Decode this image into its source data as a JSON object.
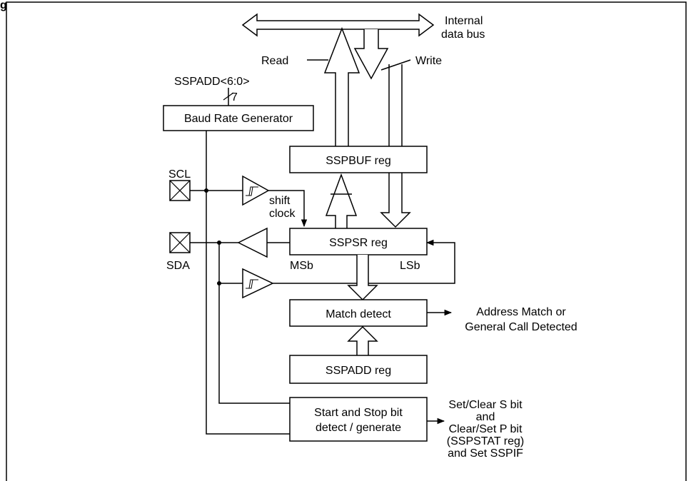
{
  "figure_title_partial": "g",
  "bus": {
    "label_line1": "Internal",
    "label_line2": "data bus",
    "read": "Read",
    "write": "Write"
  },
  "sspadd_bits": {
    "label": "SSPADD<6:0>",
    "width": "7"
  },
  "blocks": {
    "baud": "Baud Rate Generator",
    "sspbuf": "SSPBUF reg",
    "sspsr": "SSPSR reg",
    "match": "Match detect",
    "sspadd": "SSPADD reg",
    "startstop_line1": "Start and Stop bit",
    "startstop_line2": "detect / generate"
  },
  "pins": {
    "scl": "SCL",
    "sda": "SDA"
  },
  "labels": {
    "shift": "shift",
    "clock": "clock",
    "msb": "MSb",
    "lsb": "LSb"
  },
  "outputs": {
    "match_line1": "Address Match or",
    "match_line2": "General Call Detected",
    "status_line1": "Set/Clear S bit",
    "status_line2": "and",
    "status_line3": "Clear/Set P bit",
    "status_line4": "(SSPSTAT reg)",
    "status_line5": "and Set SSPIF"
  }
}
